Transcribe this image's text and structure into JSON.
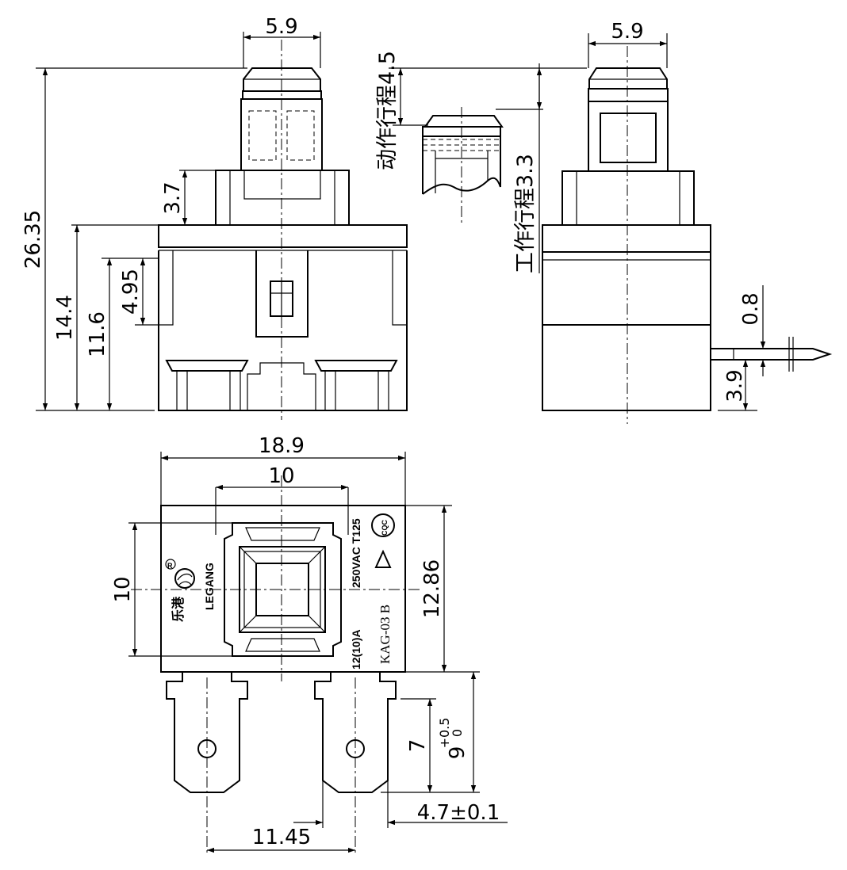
{
  "dimensions": {
    "front_top_width": "5.9",
    "front_overall_height": "26.35",
    "front_body_height": "14.4",
    "front_lower_height": "11.6",
    "front_window": "4.95",
    "front_step": "3.7",
    "side_top_width": "5.9",
    "action_travel": "4.5",
    "working_travel": "3.3",
    "pin_thickness": "0.8",
    "pin_height": "3.9",
    "bottom_width": "18.9",
    "button_width": "10",
    "button_height": "10",
    "bottom_height": "12.86",
    "terminal_length": "7",
    "terminal_total": "9",
    "terminal_tol_plus": "+0.5",
    "terminal_tol_zero": "0",
    "terminal_width": "4.7±0.1",
    "terminal_pitch": "11.45"
  },
  "labels": {
    "action_travel_label": "动作行程",
    "working_travel_label": "工作行程"
  },
  "markings": {
    "brand_cn": "乐港",
    "brand_en": "LEGANG",
    "registered": "R",
    "rating_line1": "250VAC T125",
    "rating_line2": "12(10)A",
    "model": "KAG-03 B",
    "cert": "CQC"
  }
}
